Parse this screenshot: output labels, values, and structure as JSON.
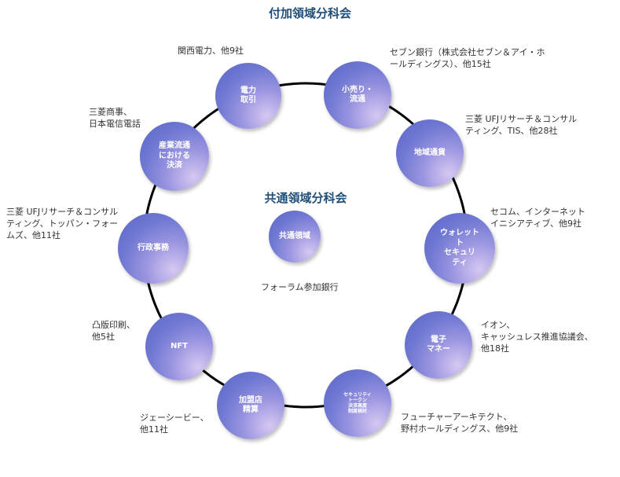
{
  "title_outer": "付加領域分科会",
  "title_inner": "共通領域分科会",
  "center": {
    "node": "共通領域",
    "caption": "フォーラム参加銀行"
  },
  "nodes": [
    {
      "label": "電力\n取引",
      "members": "関西電力、他9社"
    },
    {
      "label": "小売り・\n流通",
      "members": "セブン銀行（株式会社セブン＆アイ・ホ\nールディングス）、他15社"
    },
    {
      "label": "地域通貨",
      "members": "三菱 UFJリサーチ＆コンサル\nティング、TIS、他28社"
    },
    {
      "label": "ウォレット\nト\nセキュリ\nティ",
      "members": "セコム、インターネット\nイニシアティブ、他9社"
    },
    {
      "label": "電子\nマネー",
      "members": "イオン、\nキャッシュレス推進協議会、\n他18社"
    },
    {
      "label": "セキュリティ\nトークン\n決済高度\n制度検討",
      "members": "フューチャーアーキテクト、\n野村ホールディングス、他9社"
    },
    {
      "label": "加盟店\n精算",
      "members": "ジェーシービー、\n他11社"
    },
    {
      "label": "NFT",
      "members": "凸版印刷、\n他5社"
    },
    {
      "label": "行政事務",
      "members": "三菱 UFJリサーチ＆コンサル\nティング、トッパン・フォー\nムズ、他11社"
    },
    {
      "label": "産業流通\nにおける\n決済",
      "members": "三菱商事、\n日本電信電話"
    }
  ]
}
